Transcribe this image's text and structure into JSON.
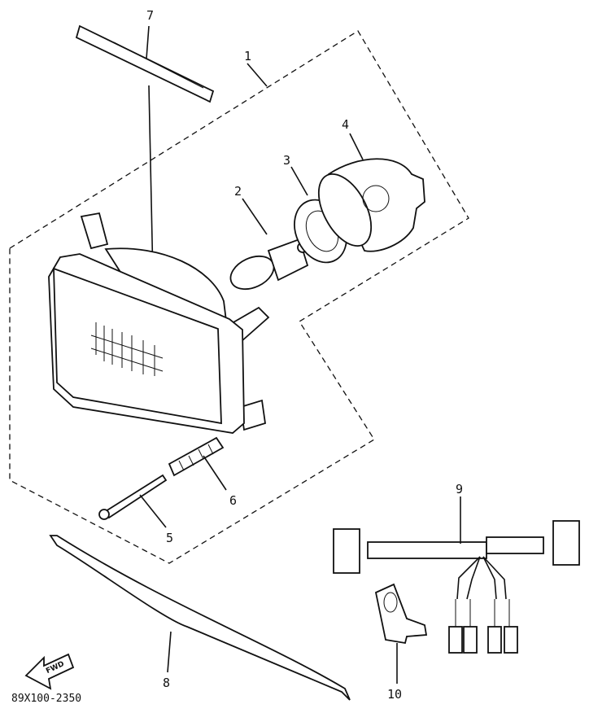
{
  "callouts": {
    "c1": "1",
    "c2": "2",
    "c3": "3",
    "c4": "4",
    "c5": "5",
    "c6": "6",
    "c7": "7",
    "c8": "8",
    "c9": "9",
    "c10": "10"
  },
  "direction_label": "FWD",
  "diagram_code": "89X100-2350"
}
